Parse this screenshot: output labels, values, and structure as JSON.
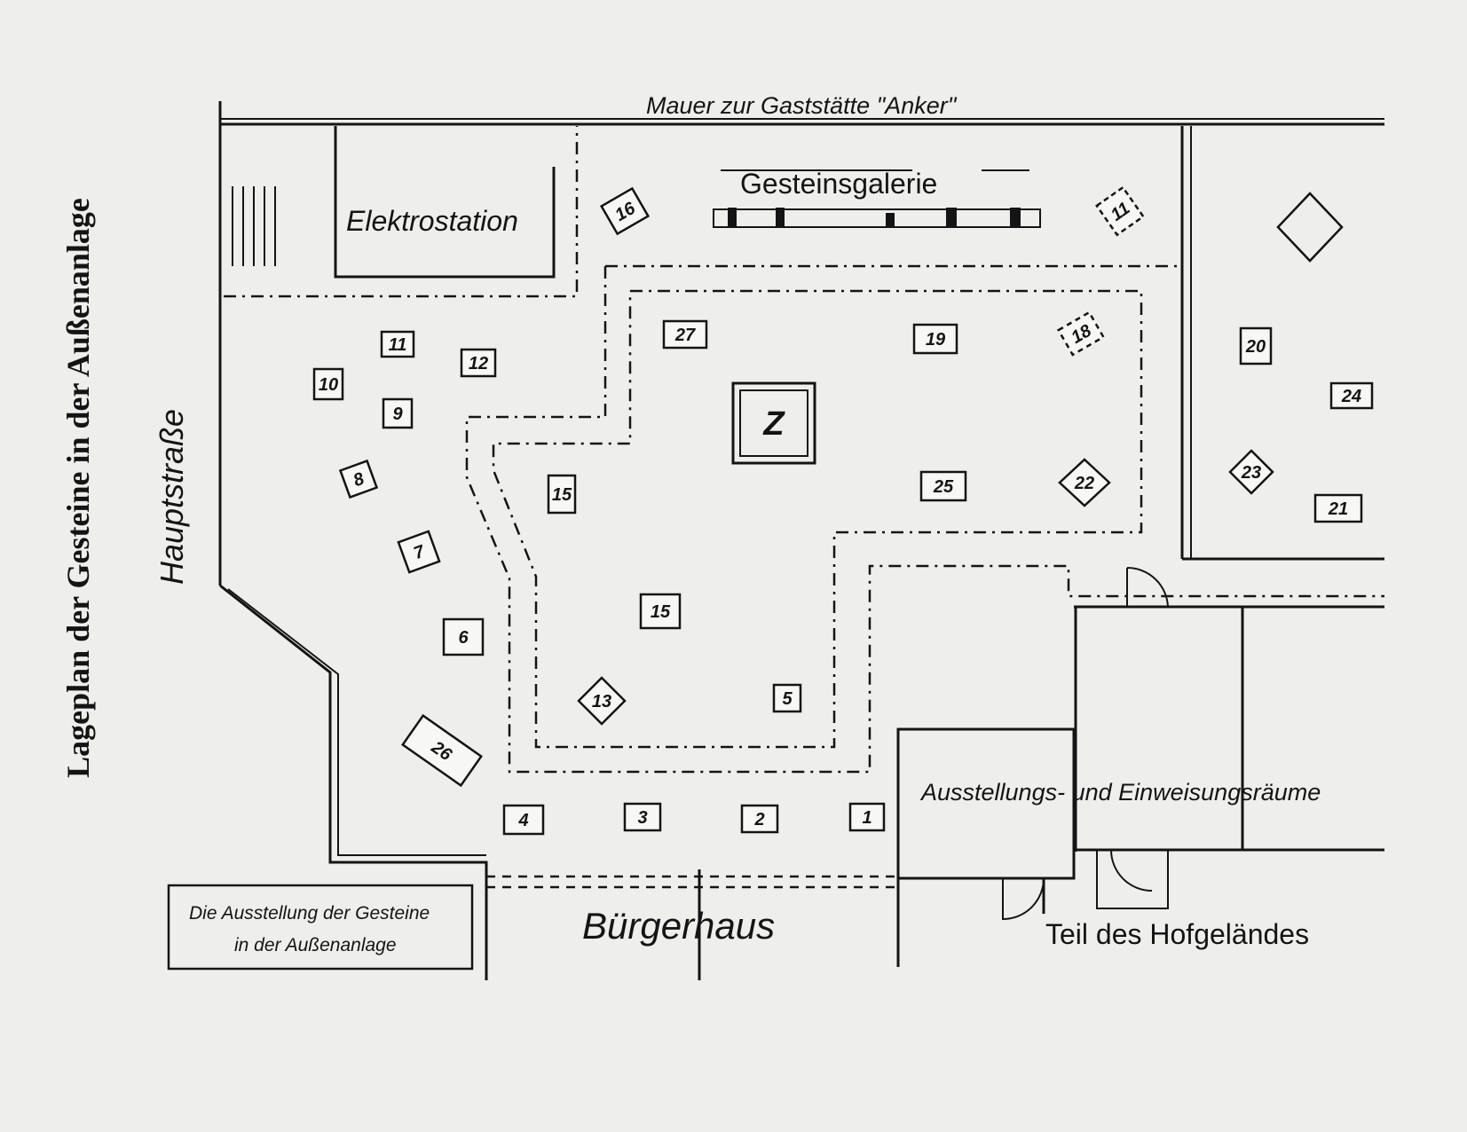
{
  "title": "Lageplan der Gesteine in der Außenanlage",
  "labels": {
    "wall": "Mauer zur Gaststätte \"Anker\"",
    "elektrostation": "Elektrostation",
    "gesteinsgalerie": "Gesteinsgalerie",
    "hauptstrasse": "Hauptstraße",
    "buergerhaus": "Bürgerhaus",
    "ausstellungsraeume": "Ausstellungs- und Einweisungsräume",
    "hofgelaende": "Teil des Hofgeländes",
    "central": "Z"
  },
  "legend": {
    "line1": "Die Ausstellung der Gesteine",
    "line2": "in der Außenanlage"
  },
  "markers": {
    "m1": "1",
    "m2": "2",
    "m3": "3",
    "m4": "4",
    "m5": "5",
    "m6": "6",
    "m7": "7",
    "m8": "8",
    "m9": "9",
    "m10": "10",
    "m11a": "11",
    "m11b": "11",
    "m12": "12",
    "m13": "13",
    "m15a": "15",
    "m15b": "15",
    "m16": "16",
    "m18": "18",
    "m19": "19",
    "m20": "20",
    "m21": "21",
    "m22": "22",
    "m23": "23",
    "m24": "24",
    "m25": "25",
    "m26": "26",
    "m27": "27"
  }
}
